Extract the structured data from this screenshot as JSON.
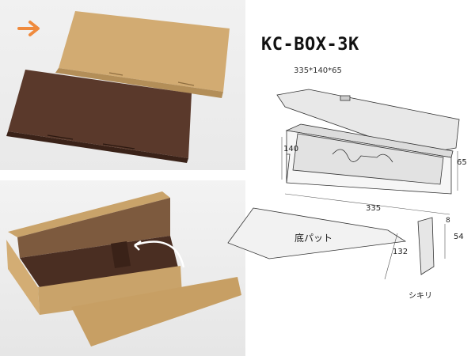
{
  "product": {
    "model": "KC-BOX-3K",
    "dimensions": "335*140*65"
  },
  "diagram": {
    "box_depth": "140",
    "box_height": "65",
    "box_length": "335",
    "pad_label": "底パット",
    "pad_depth": "132",
    "divider_thickness": "8",
    "divider_height": "54",
    "divider_label": "シキリ"
  },
  "icons": {
    "arrow": "arrow-right-icon"
  },
  "colors": {
    "kraft": "#c9a56e",
    "brown": "#4a2e22",
    "arrow": "#ef8a3d"
  }
}
